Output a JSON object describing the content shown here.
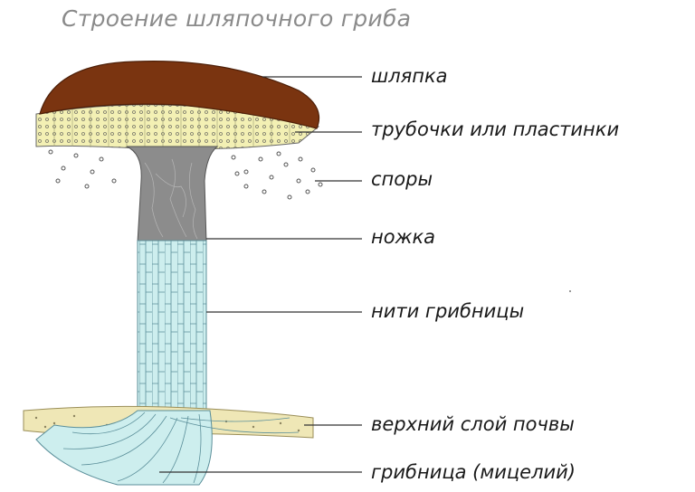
{
  "title": "Строение шляпочного гриба",
  "labels": {
    "cap": "шляпка",
    "tubes": "трубочки или пластинки",
    "spores": "споры",
    "stem": "ножка",
    "hyphae": "нити грибницы",
    "soil": "верхний слой почвы",
    "mycelium": "грибница (мицелий)"
  },
  "colors": {
    "cap": "#7a3410",
    "tubes": "#f3f0b4",
    "stem": "#8c8c8c",
    "hyphae": "#cdeeee",
    "soil": "#efe7b6",
    "lines": "#333333"
  }
}
